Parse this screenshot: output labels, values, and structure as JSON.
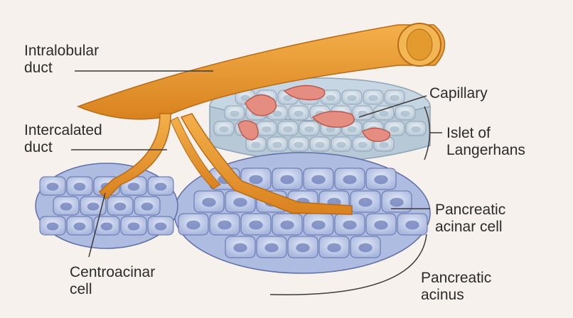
{
  "labels": {
    "intralobular_duct": [
      "Intralobular",
      "duct"
    ],
    "intercalated_duct": [
      "Intercalated",
      "duct"
    ],
    "capillary": "Capillary",
    "islet": [
      "Islet of",
      "Langerhans"
    ],
    "acinar_cell": [
      "Pancreatic",
      "acinar cell"
    ],
    "acinus": [
      "Pancreatic",
      "acinus"
    ],
    "centroacinar": [
      "Centroacinar",
      "cell"
    ]
  },
  "colors": {
    "background": "#f6f1ec",
    "duct": "#e8972e",
    "duct_shadow": "#c9741d",
    "acinar_cell": "#b9c6e6",
    "nucleus": "#6c7db8",
    "islet_cell": "#cdd8e8",
    "capillary": "#e08a7e",
    "leader": "#3a3a3a"
  }
}
